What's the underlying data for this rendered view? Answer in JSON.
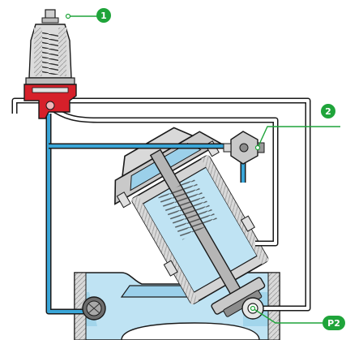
{
  "callouts": [
    {
      "label": "1"
    },
    {
      "label": "2"
    },
    {
      "label": "P2"
    }
  ],
  "colors": {
    "callout": "#1fa43a",
    "flow": "#bfe3f3",
    "flow_deep": "#8fcbe6",
    "pressure_zone": "#d6202a",
    "metal": "#c9c9c9",
    "metal_dark": "#8c8c8c",
    "outline": "#1a1a1a",
    "pipe": "#3aa6d8"
  }
}
